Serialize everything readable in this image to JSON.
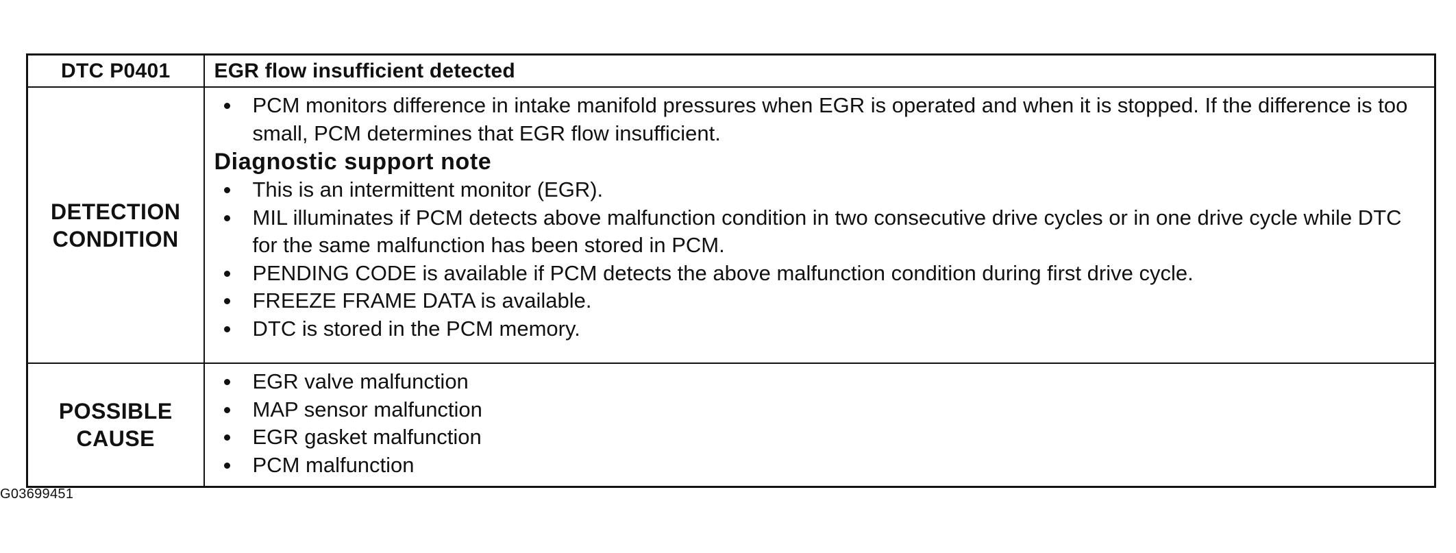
{
  "table": {
    "header": {
      "code": "DTC P0401",
      "title": "EGR flow insufficient detected"
    },
    "detection": {
      "label_line1": "DETECTION",
      "label_line2": "CONDITION",
      "bullets_main": [
        "PCM monitors difference in intake manifold pressures when EGR is operated and when it is stopped. If the difference is too small, PCM determines that EGR flow insufficient."
      ],
      "support_heading": "Diagnostic support note",
      "bullets_support": [
        "This is an intermittent monitor (EGR).",
        "MIL illuminates if PCM detects above malfunction condition in two consecutive drive cycles or in one drive cycle while DTC for the same malfunction has been stored in PCM.",
        "PENDING CODE is available if PCM detects the above malfunction condition during first drive cycle.",
        "FREEZE FRAME DATA is available.",
        "DTC is stored in the PCM memory."
      ]
    },
    "cause": {
      "label_line1": "POSSIBLE",
      "label_line2": "CAUSE",
      "bullets": [
        "EGR valve malfunction",
        "MAP sensor malfunction",
        "EGR gasket malfunction",
        "PCM malfunction"
      ]
    }
  },
  "figure_id": "G03699451"
}
